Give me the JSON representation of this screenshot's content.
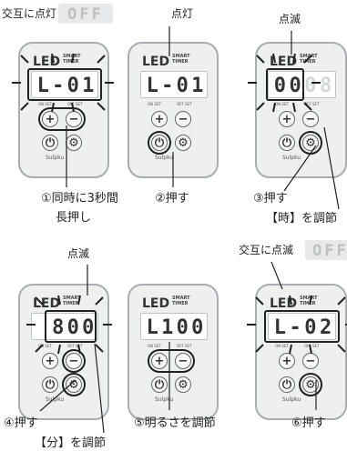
{
  "step_labels": {
    "p1": "交互に点灯",
    "p2": "点灯",
    "p3": "点滅",
    "p4": "点滅",
    "p6": "交互に点滅"
  },
  "header_readouts": {
    "p1": "OFF",
    "p6": "OFF"
  },
  "captions": {
    "p1_a": "①同時に3秒間",
    "p1_b": "長押し",
    "p2": "②押す",
    "p3_a": "③押す",
    "p3_b": "【時】を調節",
    "p4_a": "④押す",
    "p4_b": "【分】を調節",
    "p5": "⑤明るさを調節",
    "p6": "⑥押す"
  },
  "device": {
    "logo": "LED",
    "logo_sub_a": "SMART",
    "logo_sub_b": "TIMER",
    "on_set": "ON SET",
    "off_set": "OFF SET",
    "brand": "Sulpku"
  },
  "displays": {
    "p1": "L-01",
    "p2": "L-01",
    "p3_hours": "00",
    "p3_minutes": "08",
    "p4": "800",
    "p5": "L100",
    "p6": "L-02"
  },
  "icons": {
    "plus": "plus-icon",
    "minus": "minus-icon",
    "power": "power-icon",
    "gear": "gear-icon"
  },
  "colors": {
    "device_body": "#eef0f0",
    "device_edge": "#a9adaf",
    "display_bg": "#ffffff",
    "segment": "#333333",
    "segment_off": "#d4d6d7",
    "highlight_ring": "#222222"
  }
}
